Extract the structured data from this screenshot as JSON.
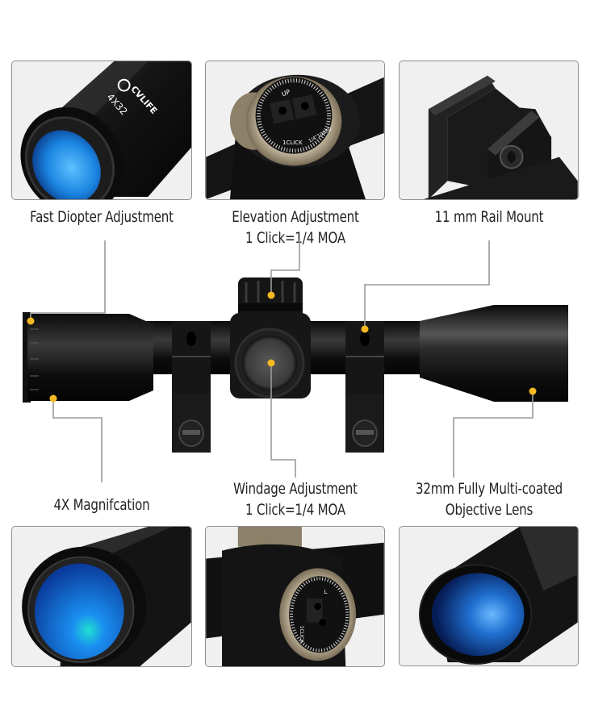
{
  "brand": "CVLIFE",
  "model_marking": "4X32",
  "features": [
    {
      "id": "diopter",
      "label": "Fast Diopter Adjustment",
      "lines": [
        "Fast Diopter Adjustment"
      ]
    },
    {
      "id": "elevation",
      "label": "Elevation Adjustment 1 Click=1/4 MOA",
      "lines": [
        "Elevation Adjustment",
        "1 Click=1/4 MOA"
      ]
    },
    {
      "id": "rail",
      "label": "11 mm Rail Mount",
      "lines": [
        "11 mm Rail Mount"
      ]
    },
    {
      "id": "magnification",
      "label": "4X Magnifcation",
      "lines": [
        "4X Magnifcation"
      ]
    },
    {
      "id": "windage",
      "label": "Windage Adjustment 1 Click=1/4 MOA",
      "lines": [
        "Windage Adjustment",
        "1 Click=1/4 MOA"
      ]
    },
    {
      "id": "objective",
      "label": "32mm Fully Multi-coated Objective Lens",
      "lines": [
        "32mm Fully Multi-coated",
        "Objective Lens"
      ]
    }
  ],
  "turret_markings": {
    "elevation": [
      "UP",
      "1CLICK",
      "1/4\"100YD"
    ],
    "windage": [
      "L",
      "1CLICK",
      "1/4\"100YD"
    ]
  },
  "colors": {
    "callout_dot": "#f5b921",
    "leader_line": "#9a9a9a",
    "panel_bg": "#f0f0f0",
    "panel_border": "#8f8f8f",
    "lens_blue": "#1e7fd6",
    "scope_black": "#151515",
    "brass": "#a89a80"
  }
}
